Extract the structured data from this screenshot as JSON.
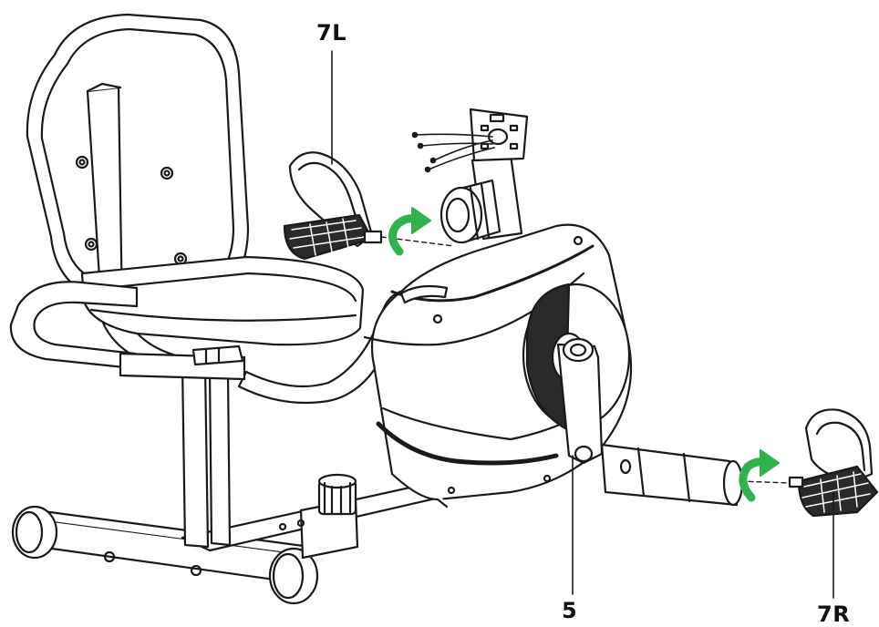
{
  "labels": {
    "left_pedal": "7L",
    "crank_arm": "5",
    "right_pedal": "7R"
  },
  "colors": {
    "line": "#1a1a1a",
    "fill": "#ffffff",
    "dark_fill": "#2a2a2a",
    "arrow_green": "#2fb34a"
  },
  "icons": {
    "rotate_arrow_left": "curved-arrow-clockwise-icon",
    "rotate_arrow_right": "curved-arrow-clockwise-icon"
  }
}
